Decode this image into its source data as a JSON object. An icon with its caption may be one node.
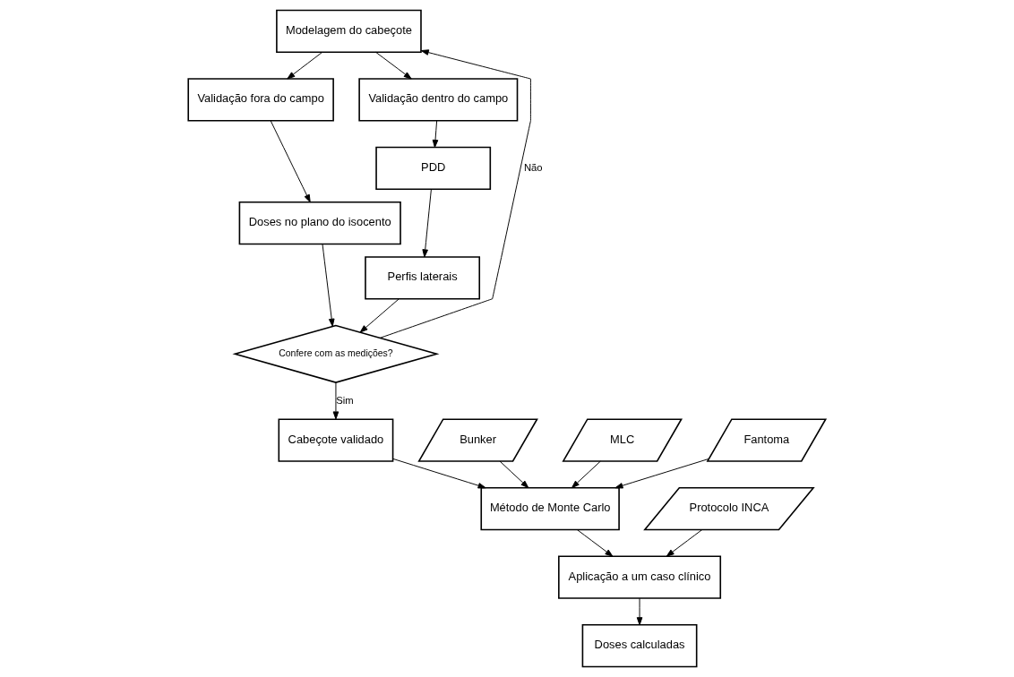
{
  "diagram": {
    "nodes": [
      {
        "text": [
          "Modelagem do cabeçote"
        ]
      },
      {
        "text": [
          "Validação fora do campo"
        ]
      },
      {
        "text": [
          "Validação dentro do campo"
        ]
      },
      {
        "text": [
          "PDD"
        ]
      },
      {
        "text": [
          "Doses no plano do isocento"
        ]
      },
      {
        "text": [
          "Perfis laterais"
        ]
      },
      {
        "text": [
          "Confere com as medições?"
        ]
      },
      {
        "text": [
          "Cabeçote validado"
        ]
      },
      {
        "text": [
          "Bunker"
        ]
      },
      {
        "text": [
          "MLC"
        ]
      },
      {
        "text": [
          "Fantoma"
        ]
      },
      {
        "text": [
          "Método de Monte Carlo"
        ]
      },
      {
        "text": [
          "Protocolo INCA"
        ]
      },
      {
        "text": [
          "Aplicação a um caso clínico"
        ]
      },
      {
        "text": [
          "Doses calculadas"
        ]
      }
    ],
    "edges": [
      {
        "from": 0,
        "to": 1,
        "arrow": "to"
      },
      {
        "from": 0,
        "to": 2,
        "arrow": "to"
      },
      {
        "from": 1,
        "to": 4,
        "arrow": "to"
      },
      {
        "from": 2,
        "to": 3,
        "arrow": "to"
      },
      {
        "from": 3,
        "to": 5,
        "arrow": "to"
      },
      {
        "from": 4,
        "to": 6,
        "arrow": "to"
      },
      {
        "from": 5,
        "to": 6,
        "arrow": "to"
      },
      {
        "from": 6,
        "to": 0,
        "arrow": "to",
        "label": "Não"
      },
      {
        "from": 6,
        "to": 7,
        "arrow": "to",
        "label": "Sim"
      },
      {
        "from": 7,
        "to": 11,
        "arrow": "to"
      },
      {
        "from": 8,
        "to": 11,
        "arrow": "to"
      },
      {
        "from": 9,
        "to": 11,
        "arrow": "to"
      },
      {
        "from": 10,
        "to": 11,
        "arrow": "to"
      },
      {
        "from": 11,
        "to": 13,
        "arrow": "to"
      },
      {
        "from": 12,
        "to": 13,
        "arrow": "to"
      },
      {
        "from": 13,
        "to": 14,
        "arrow": "to"
      }
    ]
  }
}
